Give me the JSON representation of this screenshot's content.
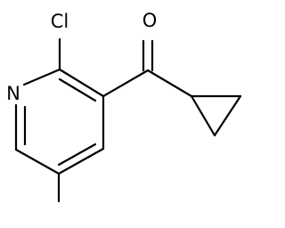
{
  "molecule": {
    "atoms": {
      "chlorine": "Cl",
      "nitrogen": "N",
      "oxygen": "O"
    },
    "colors": {
      "bond": "#000000",
      "label": "#000000",
      "background": "#ffffff"
    }
  }
}
